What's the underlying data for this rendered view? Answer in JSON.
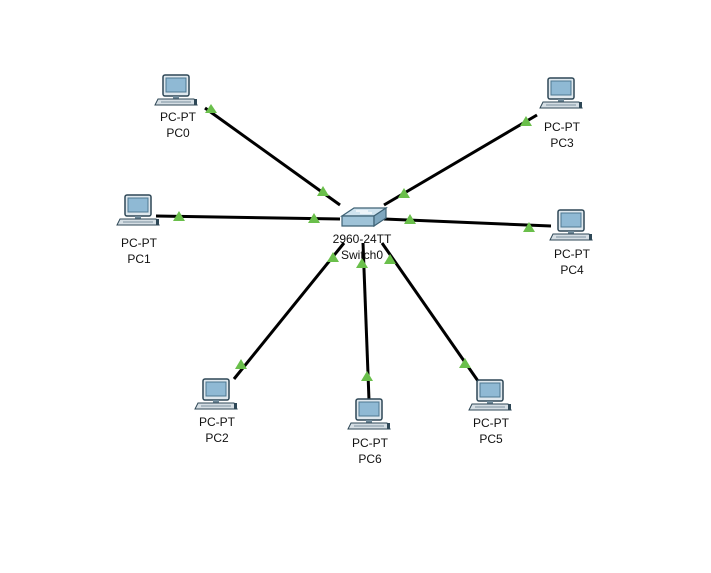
{
  "switch": {
    "model": "2960-24TT",
    "name": "Switch0"
  },
  "pcs": [
    {
      "model": "PC-PT",
      "name": "PC0"
    },
    {
      "model": "PC-PT",
      "name": "PC1"
    },
    {
      "model": "PC-PT",
      "name": "PC2"
    },
    {
      "model": "PC-PT",
      "name": "PC3"
    },
    {
      "model": "PC-PT",
      "name": "PC4"
    },
    {
      "model": "PC-PT",
      "name": "PC5"
    },
    {
      "model": "PC-PT",
      "name": "PC6"
    }
  ],
  "colors": {
    "link": "#000000",
    "link_status_up": "#6abf4b",
    "device_blue": "#8fb9d4"
  }
}
